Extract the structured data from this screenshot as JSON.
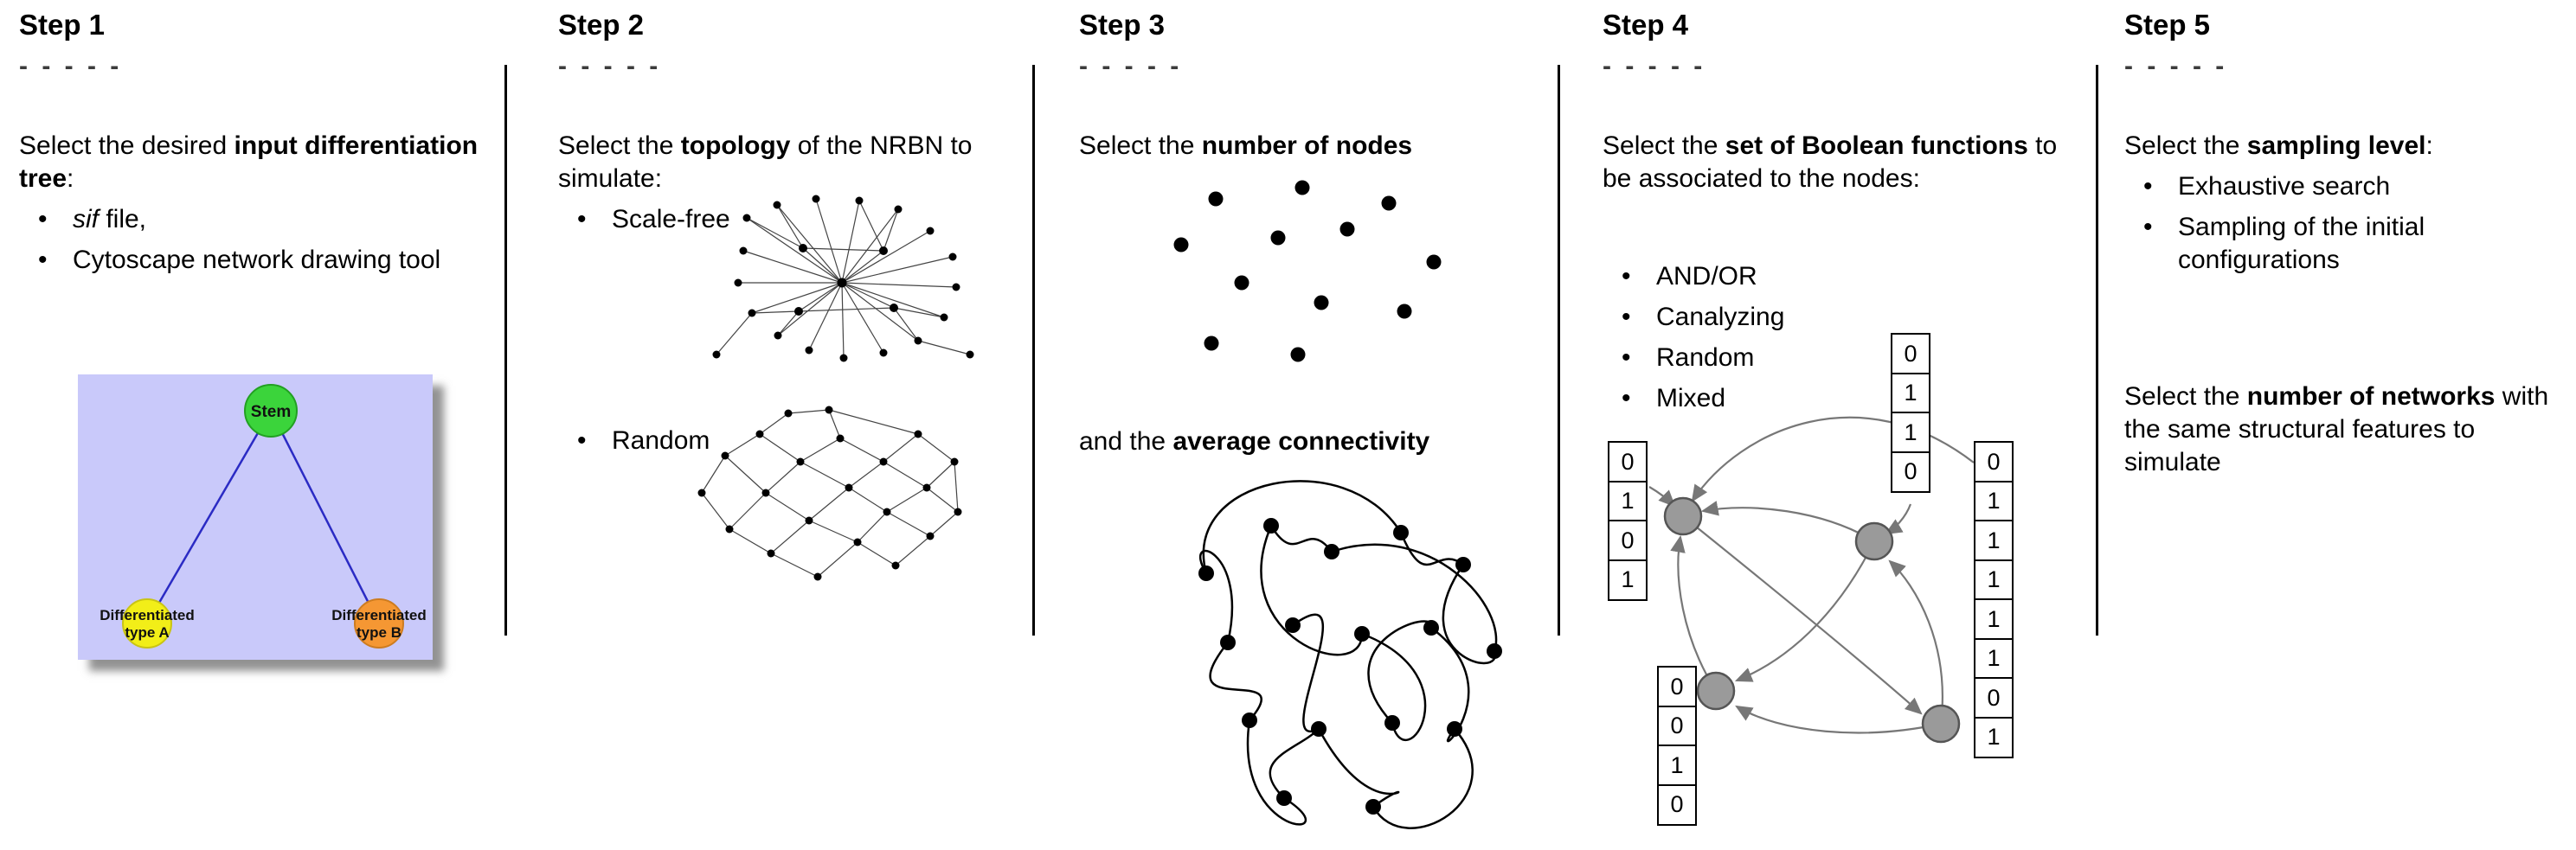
{
  "step1": {
    "title": "Step 1",
    "dashes": "- - - - -",
    "line1_pre": "Select the desired ",
    "line1_bold": "input differentiation tree",
    "line1_post": ":",
    "bullet1_italic": "sif",
    "bullet1_rest": " file,",
    "bullet2": "Cytoscape network drawing tool",
    "tree": {
      "stem_label": "Stem",
      "type_a_line1": "Differentiated",
      "type_a_line2": "type A",
      "type_b_line1": "Differentiated",
      "type_b_line2": "type B",
      "background_color": "#c9c9fa",
      "stem_color": "#3bd43b",
      "type_a_color": "#f2ee18",
      "type_b_color": "#f59733",
      "edge_color": "#2b2bc4"
    }
  },
  "step2": {
    "title": "Step 2",
    "dashes": "- - - - -",
    "line1_pre": "Select the ",
    "line1_bold": "topology",
    "line1_post": " of the NRBN to simulate:",
    "bullet1": "Scale-free",
    "bullet2": "Random"
  },
  "step3": {
    "title": "Step 3",
    "dashes": "- - - - -",
    "line1_pre": "Select the ",
    "line1_bold": "number of nodes",
    "line2_pre": "and the ",
    "line2_bold": "average connectivity"
  },
  "step4": {
    "title": "Step 4",
    "dashes": "- - - - -",
    "line1_pre": "Select the ",
    "line1_bold": "set of Boolean functions",
    "line1_post": " to be associated to the nodes:",
    "bullets": [
      "AND/OR",
      "Canalyzing",
      "Random",
      "Mixed"
    ],
    "truth_tables": {
      "left": [
        "0",
        "1",
        "0",
        "1"
      ],
      "top": [
        "0",
        "1",
        "1",
        "0"
      ],
      "bottom": [
        "0",
        "0",
        "1",
        "0"
      ],
      "right": [
        "0",
        "1",
        "1",
        "1",
        "1",
        "1",
        "0",
        "1"
      ]
    },
    "node_color": "#9a9a9a",
    "arrow_color": "#777777"
  },
  "step5": {
    "title": "Step 5",
    "dashes": "- - - - -",
    "line1_pre": "Select the ",
    "line1_bold": "sampling level",
    "line1_post": ":",
    "bullets": [
      "Exhaustive search",
      "Sampling of the initial configurations"
    ],
    "line2_pre": "Select the ",
    "line2_bold": "number of networks",
    "line2_post": " with the same structural features to simulate"
  }
}
